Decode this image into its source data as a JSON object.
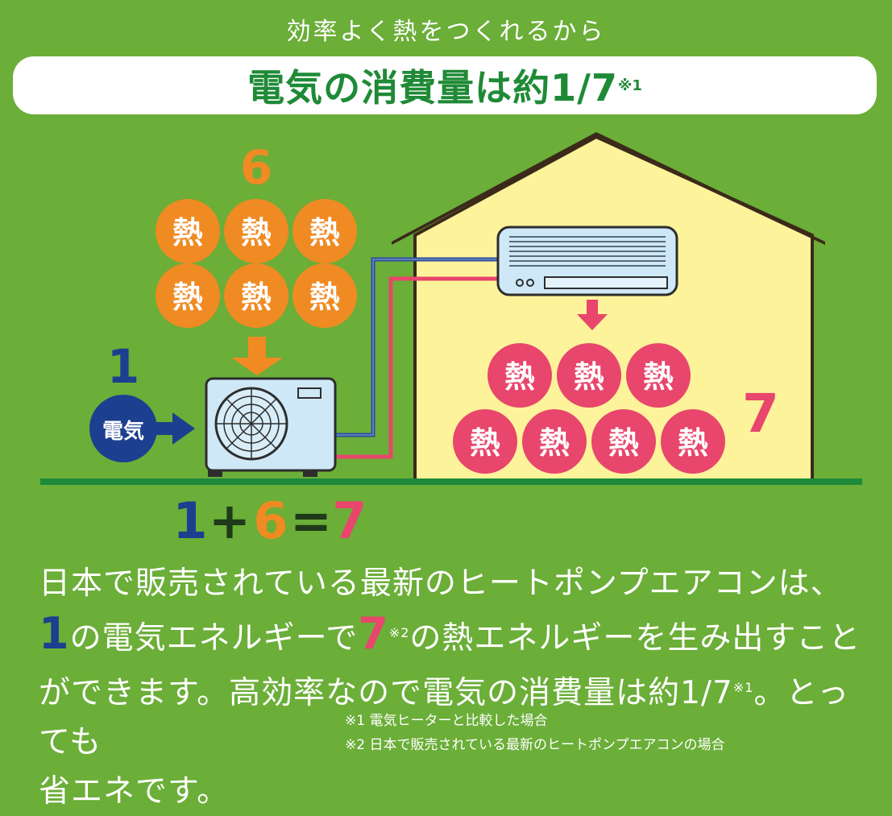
{
  "header": {
    "subtitle": "効率よく熱をつくれるから",
    "headline": "電気の消費量は約1/7",
    "headline_note": "※1"
  },
  "diagram": {
    "outdoor_heat_count": "6",
    "heat_label": "熱",
    "input_count": "1",
    "input_label": "電気",
    "output_count": "7",
    "equation": {
      "a": "1",
      "plus": "+",
      "b": "6",
      "eq": "=",
      "c": "7"
    }
  },
  "colors": {
    "background": "#6bae38",
    "headline_green": "#1f8a36",
    "orange": "#f08a23",
    "red": "#e8466c",
    "navy": "#1d3f8f",
    "house": "#fdf39a",
    "ac_blue": "#cfe8f7"
  },
  "body": {
    "line1": "日本で販売されている最新のヒートポンプエアコンは、",
    "line2_num1": "1",
    "line2_a": "の電気エネルギーで",
    "line2_num7": "7",
    "line2_note": "※2",
    "line2_b": "の熱エネルギーを生み出すこと",
    "line3_a": "ができます。高効率なので電気の消費量は約1/7",
    "line3_note": "※1",
    "line3_b": "。とっても",
    "line4": "省エネです。"
  },
  "footnotes": {
    "note1": "※1 電気ヒーターと比較した場合",
    "note2": "※2 日本で販売されている最新のヒートポンプエアコンの場合"
  }
}
